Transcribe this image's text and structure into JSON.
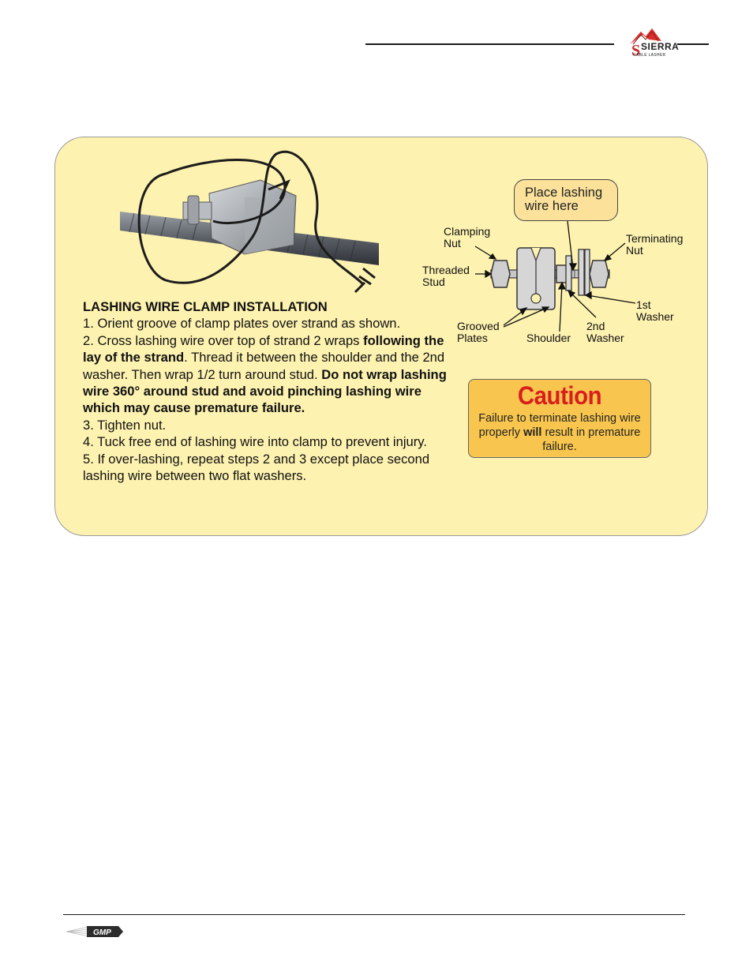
{
  "header": {
    "brand_name": "SIERRA",
    "brand_sub": "CABLE LASHER"
  },
  "instructions": {
    "title": "LASHING WIRE CLAMP INSTALLATION",
    "step1": "1. Orient groove of clamp plates over strand as shown.",
    "step2_a": "2. Cross lashing wire over top of strand 2 wraps",
    "step2_b": "following the lay of the strand",
    "step2_c": ". Thread it between the shoulder and the 2nd washer. Then wrap 1/2 turn around stud. ",
    "step2_d": "Do not wrap lashing wire 360° around stud and avoid pinching lashing wire which may cause premature failure.",
    "step3": "3. Tighten nut.",
    "step4": "4. Tuck free end of lashing wire into clamp to prevent injury.",
    "step5": "5. If over-lashing, repeat steps 2 and 3 except place second lashing wire between two flat washers."
  },
  "diagram": {
    "callout": "Place lashing wire here",
    "clamping_nut": "Clamping Nut",
    "threaded_stud": "Threaded Stud",
    "grooved_plates": "Grooved Plates",
    "shoulder": "Shoulder",
    "second_washer": "2nd Washer",
    "first_washer": "1st Washer",
    "terminating_nut": "Terminating Nut"
  },
  "caution": {
    "title": "Caution",
    "body_a": "Failure to terminate lashing wire properly ",
    "body_b": "will",
    "body_c": " result in premature failure."
  },
  "footer": {
    "logo_text": "GMP"
  },
  "colors": {
    "panel_bg": "#fdf2b0",
    "caution_bg": "#f8c64e",
    "caution_title": "#d91e1e",
    "bubble_bg": "#fbe19a"
  }
}
